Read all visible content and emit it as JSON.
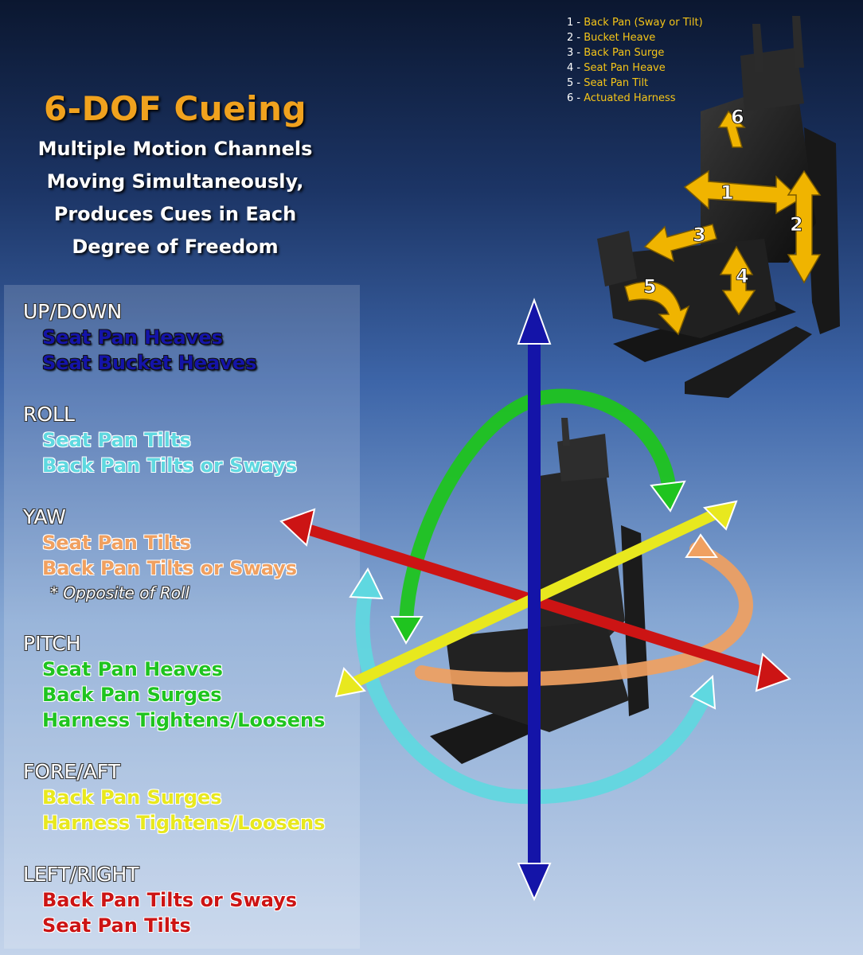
{
  "title": "6-DOF Cueing",
  "subtitle": [
    "Multiple Motion Channels",
    "Moving Simultaneously,",
    "Produces Cues in Each",
    "Degree of Freedom"
  ],
  "legend": [
    {
      "num": "1",
      "label": "Back Pan (Sway or Tilt)"
    },
    {
      "num": "2",
      "label": "Bucket Heave"
    },
    {
      "num": "3",
      "label": "Back Pan Surge"
    },
    {
      "num": "4",
      "label": "Seat Pan Heave"
    },
    {
      "num": "5",
      "label": "Seat Pan Tilt"
    },
    {
      "num": "6",
      "label": "Actuated Harness"
    }
  ],
  "channel_markers": [
    "1",
    "2",
    "3",
    "4",
    "5",
    "6"
  ],
  "motion_groups": [
    {
      "heading": "UP/DOWN",
      "items": [
        "Seat Pan Heaves",
        "Seat Bucket Heaves"
      ]
    },
    {
      "heading": "ROLL",
      "items": [
        "Seat Pan Tilts",
        "Back Pan Tilts or Sways"
      ]
    },
    {
      "heading": "YAW",
      "items": [
        "Seat Pan Tilts",
        "Back Pan Tilts or Sways"
      ],
      "note": "* Opposite of Roll"
    },
    {
      "heading": "PITCH",
      "items": [
        "Seat Pan Heaves",
        "Back Pan Surges",
        "Harness Tightens/Loosens"
      ]
    },
    {
      "heading": "FORE/AFT",
      "items": [
        "Back Pan Surges",
        "Harness Tightens/Loosens"
      ]
    },
    {
      "heading": "LEFT/RIGHT",
      "items": [
        "Back Pan Tilts or Sways",
        "Seat Pan Tilts"
      ]
    }
  ],
  "colors": {
    "title": "#f0a21e",
    "up_down": "#1414a8",
    "roll": "#5fd8e0",
    "yaw": "#f0a060",
    "pitch": "#1fc41f",
    "fore_aft": "#e8e81e",
    "left_right": "#cc1414",
    "legend_label": "#f5c518",
    "arrow_gold": "#f0b400"
  },
  "icons": [
    "motion-axis-diagram",
    "seat-simulator-photo"
  ]
}
